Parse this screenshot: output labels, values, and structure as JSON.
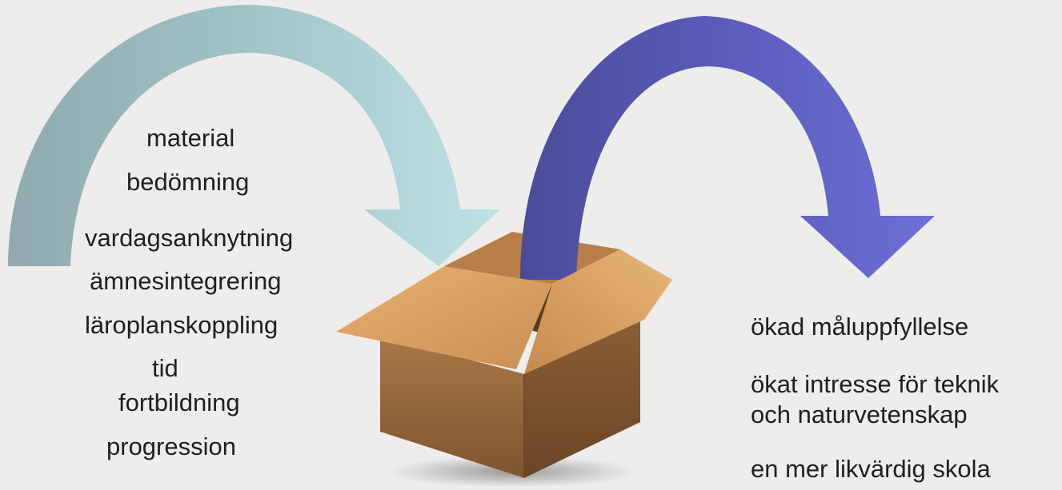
{
  "inputs": [
    "material",
    "bedömning",
    "vardagsanknytning",
    "ämnesintegrering",
    "läroplanskoppling",
    "tid",
    "fortbildning",
    "progression"
  ],
  "outcomes": [
    "ökad måluppfyllelse",
    "ökat intresse för teknik",
    "och naturvetenskap",
    "en mer likvärdig skola"
  ],
  "colors": {
    "background": "#eeedeb",
    "arrow_in_start": "#90aaae",
    "arrow_in_end": "#bfe2e6",
    "arrow_out_start": "#4e4f9c",
    "arrow_out_end": "#6d6fd6",
    "box_front": "#9a6a3c",
    "box_flap": "#e2ad6d"
  },
  "icons": {
    "input_arrow": "curved-arrow-into-box",
    "output_arrow": "curved-arrow-out-of-box",
    "box": "open-cardboard-box"
  }
}
